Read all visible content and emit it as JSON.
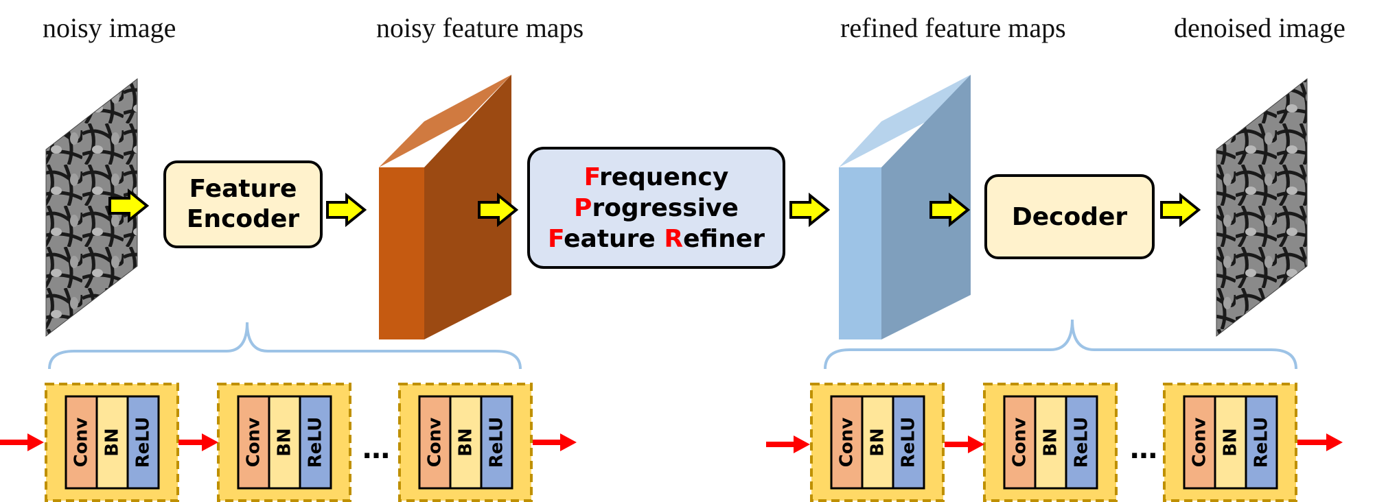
{
  "labels": {
    "noisy_image": "noisy image",
    "noisy_feature_maps": "noisy feature maps",
    "refined_feature_maps": "refined feature maps",
    "denoised_image": "denoised image"
  },
  "blocks": {
    "encoder_line1": "Feature",
    "encoder_line2": "Encoder",
    "refiner_line1_highlight": "F",
    "refiner_line1_rest": "requency",
    "refiner_line2_highlight": "P",
    "refiner_line2_rest": "rogressive",
    "refiner_line3_highlight_a": "F",
    "refiner_line3_rest_a": "eature ",
    "refiner_line3_highlight_b": "R",
    "refiner_line3_rest_b": "efiner",
    "decoder": "Decoder"
  },
  "layer": {
    "conv": "Conv",
    "bn": "BN",
    "relu": "ReLU"
  },
  "ellipsis": "…",
  "colors": {
    "block_fill": "#fff2cc",
    "refiner_fill": "#dae3f3",
    "highlight": "#ff0000",
    "arrow_yellow": "#ffff00",
    "arrow_red": "#ff0000",
    "noisy_front": "#c55a11",
    "noisy_side": "#9c4a12",
    "noisy_top": "#d07a40",
    "refined_front": "#9dc3e6",
    "refined_side": "#7f9fbd",
    "refined_top": "#b7d3ec",
    "brace": "#9dc3e6",
    "conv_fill": "#f4b183",
    "bn_fill": "#ffe699",
    "relu_fill": "#8faadc",
    "unit_fill": "#ffd966",
    "unit_border": "#bf9000"
  }
}
